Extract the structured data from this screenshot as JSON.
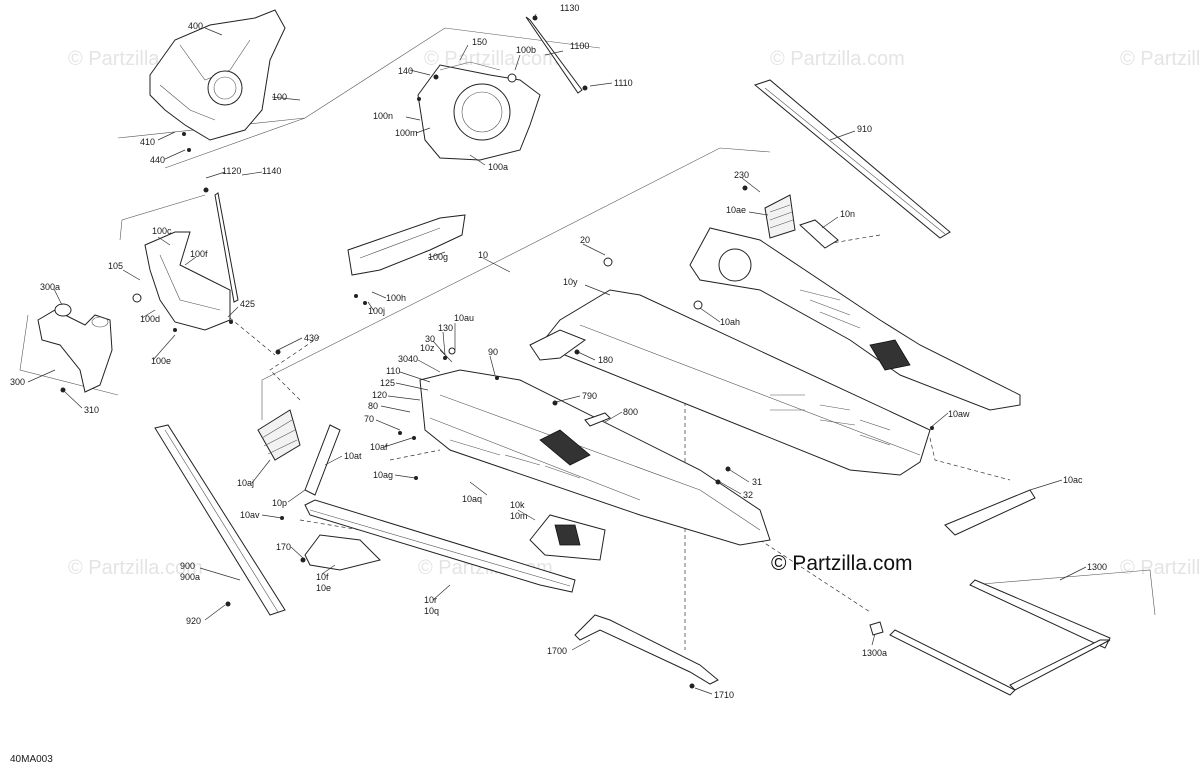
{
  "watermark": {
    "text": "© Partzilla.com"
  },
  "brand": {
    "text": "© Partzilla.com"
  },
  "diagram_code": "40MA003",
  "labels": [
    "400",
    "100",
    "410",
    "440",
    "1130",
    "150",
    "100b",
    "1100",
    "140",
    "1110",
    "100n",
    "100m",
    "100a",
    "910",
    "230",
    "10ae",
    "10n",
    "1120",
    "1140",
    "100c",
    "105",
    "100f",
    "300a",
    "425",
    "100d",
    "100e",
    "430",
    "300",
    "310",
    "100g",
    "100h",
    "100j",
    "10",
    "20",
    "10y",
    "10ah",
    "10au",
    "130",
    "30",
    "3040",
    "10z",
    "90",
    "110",
    "125",
    "120",
    "80",
    "70",
    "10af",
    "180",
    "790",
    "800",
    "10aw",
    "10ac",
    "10aj",
    "10at",
    "10ag",
    "10aq",
    "31",
    "32",
    "10k",
    "10m",
    "10p",
    "10av",
    "170",
    "10f",
    "10e",
    "10r",
    "10q",
    "900",
    "900a",
    "920",
    "1700",
    "1710",
    "1300",
    "1300a"
  ]
}
